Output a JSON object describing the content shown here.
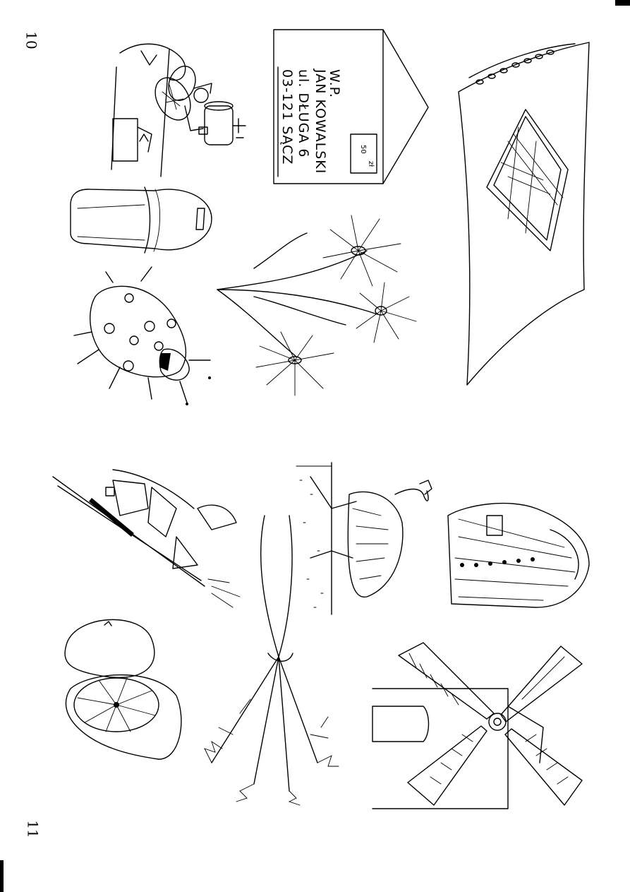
{
  "page_numbers": {
    "top": "10",
    "bottom": "11"
  },
  "envelope": {
    "lines": [
      "W.P.",
      "JAN KOWALSKI",
      "ul. DŁUGA 6",
      "03-121 SĄCZ"
    ],
    "stamp": {
      "value": "50",
      "unit": "zł"
    }
  },
  "illustrations": [
    "fairy-icon",
    "envelope-icon",
    "vase-icon",
    "ladybug-icon",
    "cornflowers-icon",
    "pillow-icon",
    "knight-icon",
    "orange-icon",
    "parsley-icon",
    "ostrich-icon",
    "coat-icon",
    "windmill-icon"
  ]
}
